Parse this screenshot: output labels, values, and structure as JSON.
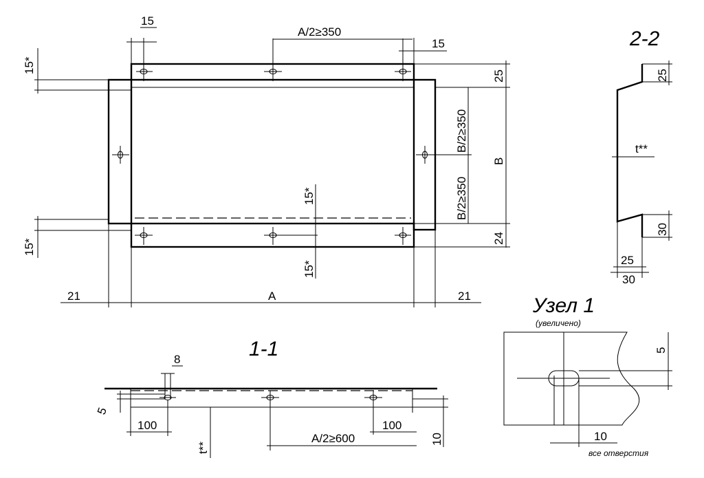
{
  "plan": {
    "dim_15_top": "15",
    "dim_a_half_top": "A/2≥350",
    "dim_15_right": "15",
    "dim_15s_left_top": "15*",
    "dim_15s_left_bottom": "15*",
    "dim_15s_mid_top": "15*",
    "dim_15s_mid_bottom": "15*",
    "dim_25": "25",
    "dim_24": "24",
    "dim_b": "B",
    "dim_b_half_top": "B/2≥350",
    "dim_b_half_bottom": "B/2≥350",
    "dim_21_left": "21",
    "dim_a": "A",
    "dim_21_right": "21"
  },
  "section22": {
    "title": "2-2",
    "dim_25_top": "25",
    "dim_t": "t**",
    "dim_30_right": "30",
    "dim_25_bottom": "25",
    "dim_30_bottom": "30"
  },
  "section11": {
    "title": "1-1",
    "dim_8": "8",
    "dim_5": "5",
    "dim_100_left": "100",
    "dim_t": "t**",
    "dim_a_half": "A/2≥600",
    "dim_100_right": "100",
    "dim_10": "10"
  },
  "node1": {
    "title": "Узел 1",
    "subtitle": "(увеличено)",
    "dim_5": "5",
    "dim_10": "10",
    "note": "все отверстия"
  }
}
